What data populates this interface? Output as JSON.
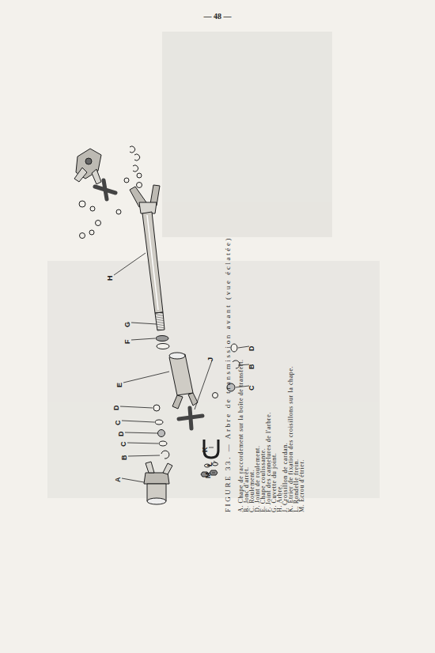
{
  "diagram": {
    "caption": "FIGURE 33. — Arbre de transmission avant (vue éclatée)",
    "labels": [
      "— 48 —",
      "A. Chape de raccordement sur la boîte de transfert.",
      "B. Jonc d'arrêt.",
      "C. Roulement.",
      "D. Joint de roulement.",
      "E. Chape coulissante.",
      "F. Joint des cannelures de l'arbre.",
      "G. Cuvette du joint.",
      "H. Arbre.",
      "J. Croisillon de cardan.",
      "K. Étrier de fixation des croisillons sur la chape.",
      "L. Rondelle frein.",
      "M. Écrou d'étrier.",
      "H",
      "G",
      "F",
      "E",
      "D",
      "C",
      "D",
      "C",
      "B",
      "A",
      "J",
      "D",
      "B",
      "C",
      "K",
      "L",
      "M"
    ]
  }
}
